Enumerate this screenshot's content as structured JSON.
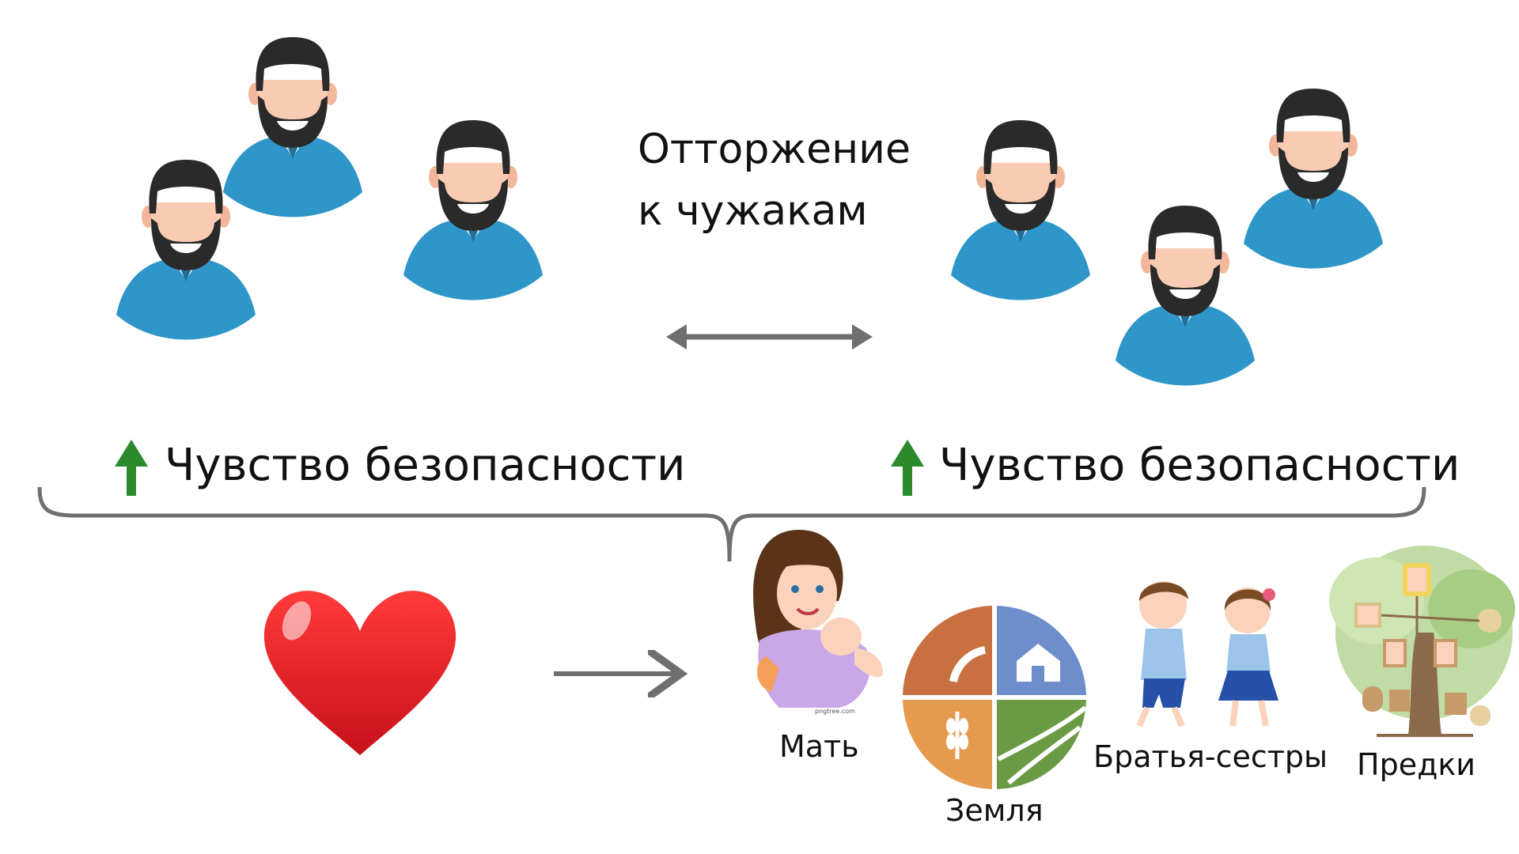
{
  "title_lines": [
    "Отторжение",
    "к чужакам"
  ],
  "security_left": "Чувство безопасности",
  "security_right": "Чувство безопасности",
  "captions": {
    "mother": "Мать",
    "land": "Земля",
    "siblings": "Братья-сестры",
    "ancestors": "Предки"
  },
  "watermark": "pngtree.com",
  "colors": {
    "shirt": "#2f96c9",
    "skin": "#f8cbb2",
    "hair": "#2a2a2a",
    "arrow_gray": "#6f6f6f",
    "arrow_green": "#2b8a2b",
    "heart": "#e21b24"
  },
  "icons": [
    "man-avatar-icon",
    "double-arrow-icon",
    "up-arrow-icon",
    "curly-brace",
    "heart-icon",
    "right-arrow-icon",
    "mother-baby-icon",
    "land-icon",
    "siblings-icon",
    "family-tree-icon"
  ]
}
